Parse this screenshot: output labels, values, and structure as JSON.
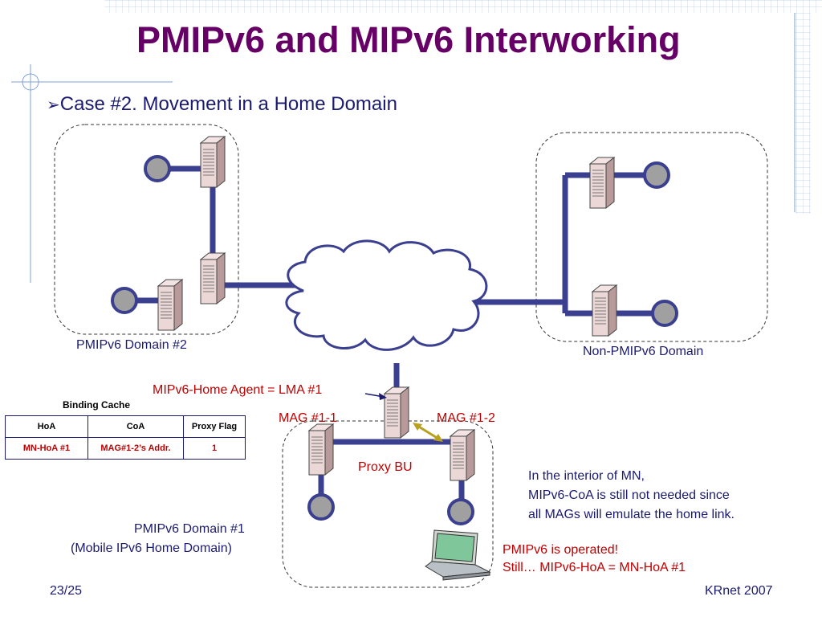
{
  "title": "PMIPv6 and MIPv6 Interworking",
  "bullet": "Case #2. Movement in a Home Domain",
  "labels": {
    "pmip_domain2": "PMIPv6 Domain #2",
    "non_pmip_domain": "Non-PMIPv6 Domain",
    "home_agent": "MIPv6-Home Agent = LMA #1",
    "mag11": "MAG #1-1",
    "mag12": "MAG #1-2",
    "proxy_bu": "Proxy BU",
    "pmip_domain1_line1": "PMIPv6 Domain #1",
    "pmip_domain1_line2": "(Mobile IPv6 Home Domain)",
    "note_line1": "In the interior of MN,",
    "note_line2": "MIPv6-CoA is still not needed since",
    "note_line3": "all MAGs will emulate the home link.",
    "operated_line1": "PMIPv6 is operated!",
    "operated_line2": "Still… MIPv6-HoA = MN-HoA #1"
  },
  "binding_cache": {
    "title": "Binding Cache",
    "headers": [
      "HoA",
      "CoA",
      "Proxy Flag"
    ],
    "row": [
      "MN-HoA #1",
      "MAG#1-2’s Addr.",
      "1"
    ]
  },
  "footer": {
    "page": "23/25",
    "event": "KRnet 2007"
  },
  "colors": {
    "title": "#660066",
    "link": "#3b3f8f",
    "node": "#a0a0a0",
    "accent_text": "#c00000",
    "body_text": "#1a1a70"
  }
}
